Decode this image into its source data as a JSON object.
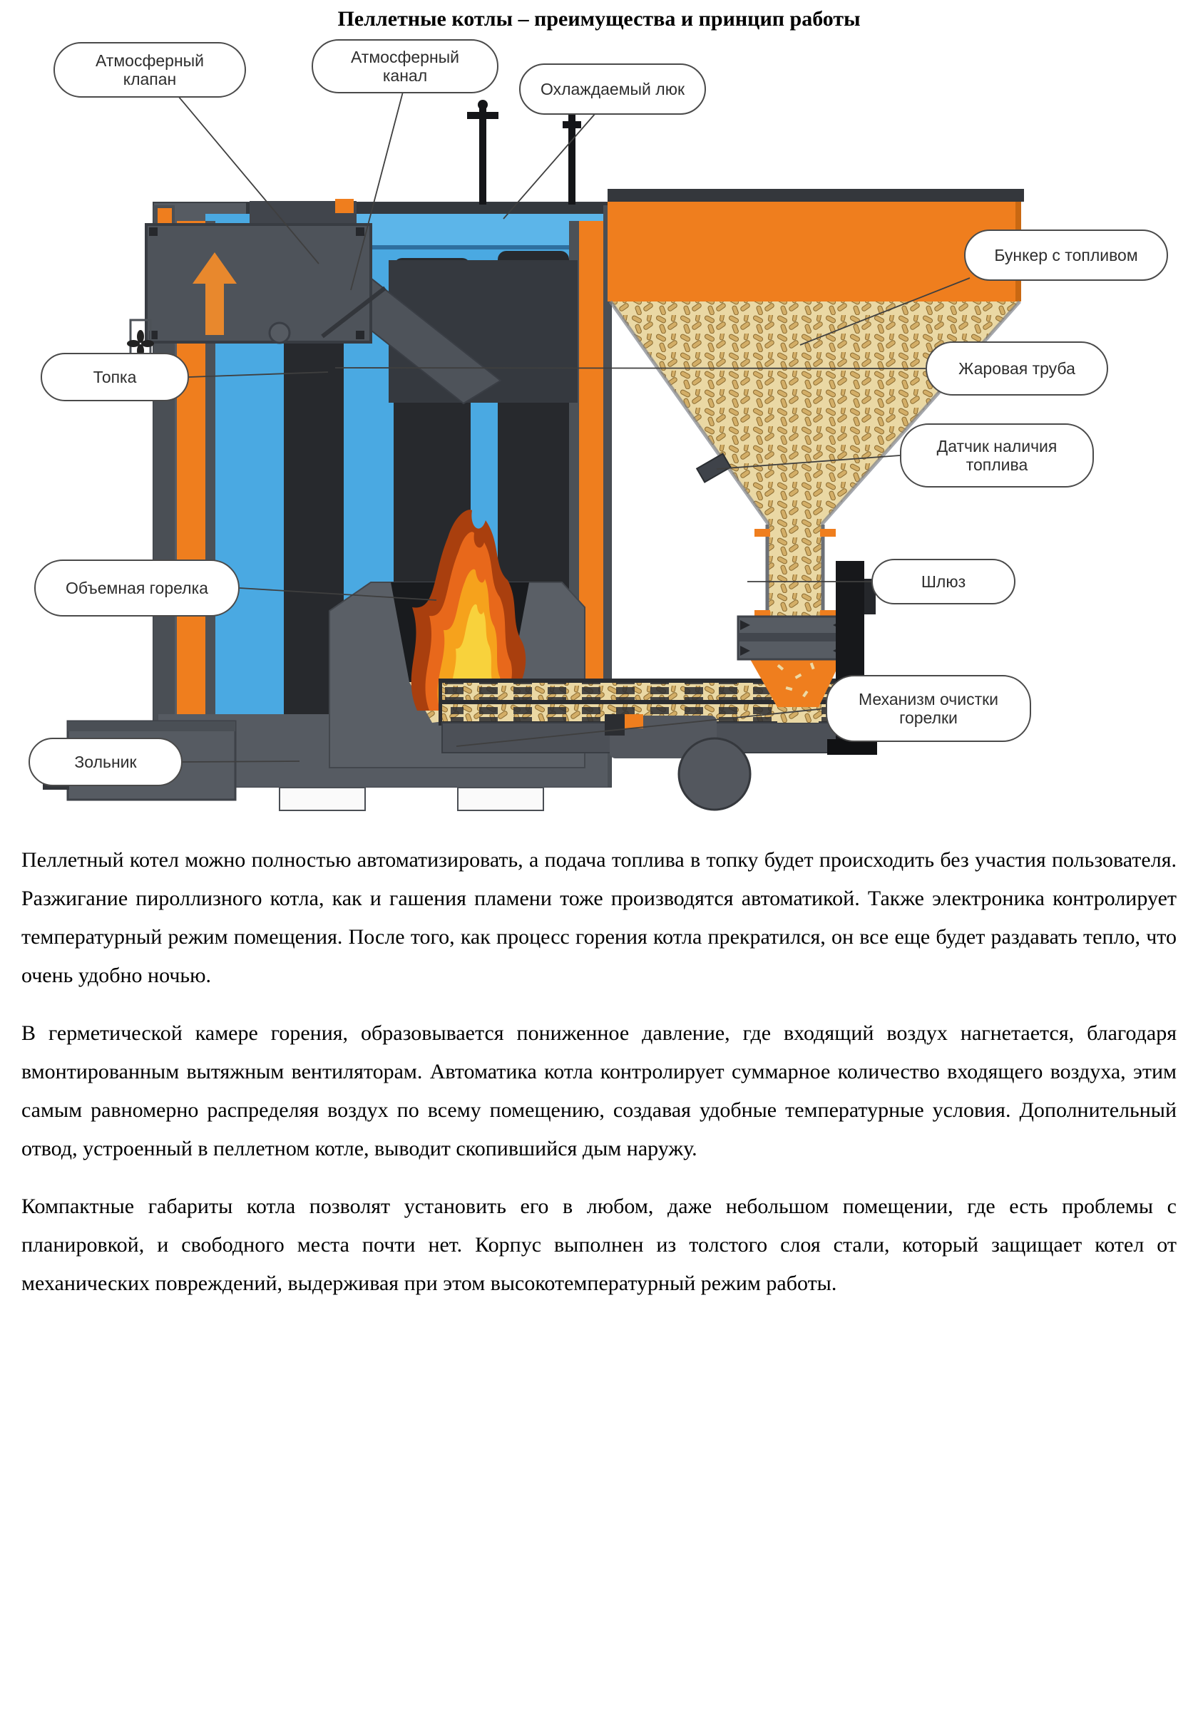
{
  "title": "Пеллетные котлы – преимущества и принцип работы",
  "diagram": {
    "callouts": [
      {
        "id": "atmospheric-valve",
        "label": "Атмосферный клапан"
      },
      {
        "id": "atmospheric-channel",
        "label": "Атмосферный канал"
      },
      {
        "id": "cooled-hatch",
        "label": "Охлаждаемый люк"
      },
      {
        "id": "fuel-bunker",
        "label": "Бункер с топливом"
      },
      {
        "id": "fire-tube",
        "label": "Жаровая труба"
      },
      {
        "id": "fuel-sensor",
        "label": "Датчик наличия топлива"
      },
      {
        "id": "sluice",
        "label": "Шлюз"
      },
      {
        "id": "burner-cleaning",
        "label": "Механизм очистки горелки"
      },
      {
        "id": "firebox",
        "label": "Топка"
      },
      {
        "id": "volumetric-burner",
        "label": "Объемная горелка"
      },
      {
        "id": "ash-pan",
        "label": "Зольник"
      }
    ],
    "colors": {
      "accent_orange": "#ef7e1e",
      "water_blue": "#4aa9e2",
      "casing_gray": "#565b62",
      "tube_dark": "#27292d",
      "pellet_tan": "#ead8a4",
      "flame_yellow": "#f8d23c",
      "flame_orange": "#e8681b"
    }
  },
  "paragraphs": [
    "Пеллетный котел можно полностью автоматизировать, а подача топлива в топку будет происходить без участия пользователя. Разжигание пироллизного котла, как и гашения пламени тоже производятся автоматикой. Также электроника контролирует температурный режим помещения. После того, как процесс горения котла прекратился, он все еще будет раздавать тепло, что очень удобно ночью.",
    "В герметической камере горения, образовывается пониженное давление, где входящий воздух нагнетается, благодаря вмонтированным вытяжным вентиляторам. Автоматика котла контролирует суммарное количество входящего воздуха, этим самым равномерно распределяя воздух по всему помещению, создавая удобные температурные условия. Дополнительный отвод, устроенный в пеллетном котле, выводит скопившийся дым наружу.",
    "Компактные габариты котла позволят установить его в любом, даже небольшом помещении, где есть проблемы с планировкой, и свободного места почти нет. Корпус выполнен из толстого слоя стали, который защищает котел от механических повреждений, выдерживая при этом высокотемпературный режим работы."
  ]
}
